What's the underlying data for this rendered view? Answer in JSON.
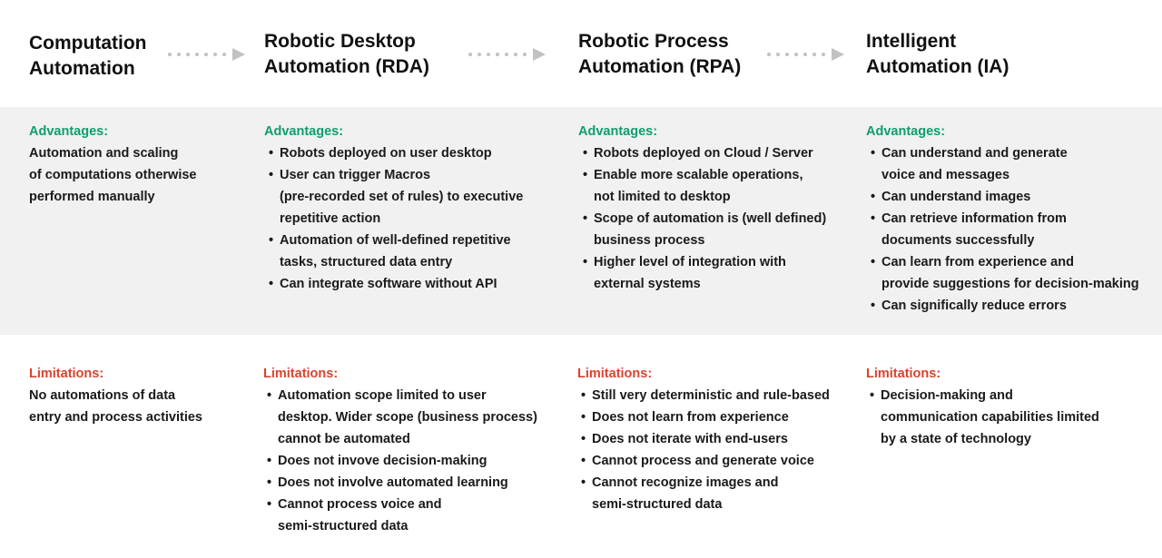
{
  "colors": {
    "advantages_label": "#0f9d6e",
    "limitations_label": "#d9432f",
    "band_background": "#f1f1f1",
    "arrow": "#c2c2c2"
  },
  "labels": {
    "advantages": "Advantages:",
    "limitations": "Limitations:"
  },
  "stages": [
    {
      "title_lines": [
        "Computation",
        "Automation"
      ],
      "advantages_lines": [
        "Automation and scaling",
        "of computations otherwise",
        "performed manually"
      ],
      "limitations_lines": [
        "No automations of data",
        "entry and process activities"
      ]
    },
    {
      "title_lines": [
        "Robotic Desktop",
        "Automation (RDA)"
      ],
      "advantages": [
        [
          "Robots deployed on user desktop"
        ],
        [
          "User can trigger Macros",
          "(pre-recorded set of rules) to executive",
          "repetitive action"
        ],
        [
          "Automation of well-defined repetitive",
          "tasks, structured data entry"
        ],
        [
          "Can integrate software without API"
        ]
      ],
      "limitations": [
        [
          "Automation scope limited to user",
          "desktop. Wider scope (business process)",
          "cannot be automated"
        ],
        [
          "Does not invove decision-making"
        ],
        [
          "Does not involve automated learning"
        ],
        [
          "Cannot process voice and",
          "semi-structured data"
        ]
      ]
    },
    {
      "title_lines": [
        "Robotic Process",
        "Automation (RPA)"
      ],
      "advantages": [
        [
          "Robots deployed on Cloud / Server"
        ],
        [
          "Enable more scalable operations,",
          "not limited to desktop"
        ],
        [
          "Scope of automation is (well defined)",
          "business process"
        ],
        [
          "Higher level of integration with",
          "external systems"
        ]
      ],
      "limitations": [
        [
          "Still very deterministic and rule-based"
        ],
        [
          "Does not learn from experience"
        ],
        [
          "Does not iterate with end-users"
        ],
        [
          "Cannot process and generate voice"
        ],
        [
          "Cannot recognize images and",
          "semi-structured data"
        ]
      ]
    },
    {
      "title_lines": [
        "Intelligent",
        "Automation (IA)"
      ],
      "advantages": [
        [
          "Can understand and generate",
          "voice and messages"
        ],
        [
          "Can understand images"
        ],
        [
          "Can retrieve information from",
          "documents successfully"
        ],
        [
          "Can learn from experience and",
          "provide suggestions for decision-making"
        ],
        [
          "Can significally reduce errors"
        ]
      ],
      "limitations": [
        [
          "Decision-making and",
          "communication capabilities limited",
          "by a state of technology"
        ]
      ]
    }
  ]
}
